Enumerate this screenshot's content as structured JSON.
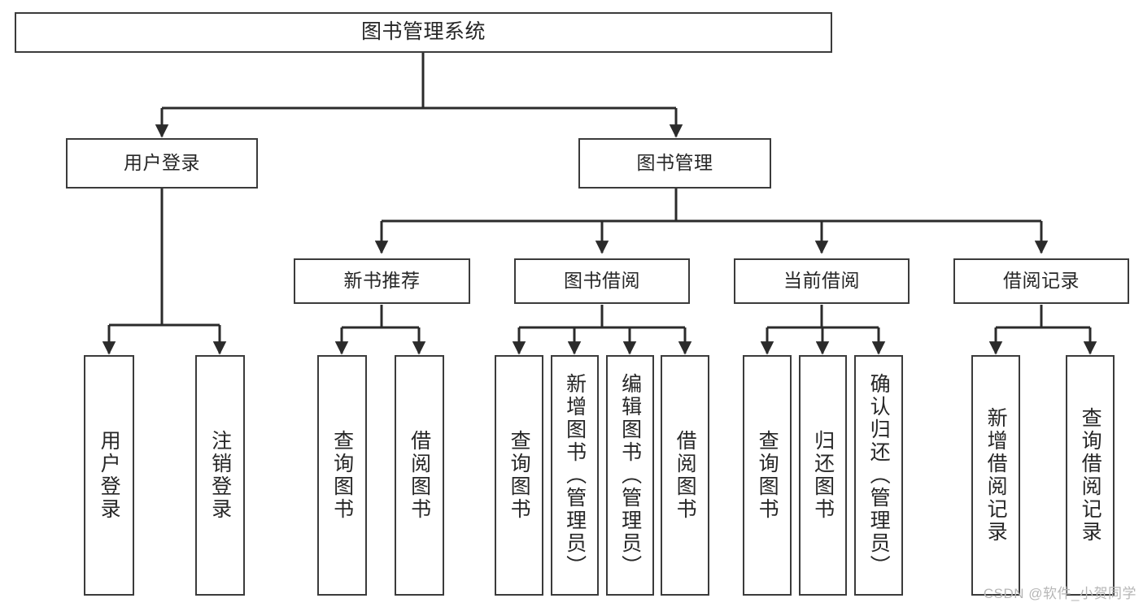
{
  "diagram": {
    "title": "图书管理系统",
    "type": "tree",
    "colors": {
      "box_border": "#3b3b3b",
      "box_fill": "#ffffff",
      "edge": "#2b2b2b",
      "text": "#262626",
      "watermark": "#b6b6b6"
    },
    "watermark": "CSDN @软件_小贺同学",
    "root": {
      "label": "图书管理系统"
    },
    "level1": [
      {
        "label": "用户登录"
      },
      {
        "label": "图书管理"
      }
    ],
    "level2": [
      {
        "label": "新书推荐"
      },
      {
        "label": "图书借阅"
      },
      {
        "label": "当前借阅"
      },
      {
        "label": "借阅记录"
      }
    ],
    "leaves": {
      "user_login": [
        {
          "label": "用户登录"
        },
        {
          "label": "注销登录"
        }
      ],
      "new_book_recommend": [
        {
          "label": "查询图书"
        },
        {
          "label": "借阅图书"
        }
      ],
      "book_borrow": [
        {
          "label": "查询图书"
        },
        {
          "label": "新增图书（管理员）"
        },
        {
          "label": "编辑图书（管理员）"
        },
        {
          "label": "借阅图书"
        }
      ],
      "current_borrow": [
        {
          "label": "查询图书"
        },
        {
          "label": "归还图书"
        },
        {
          "label": "确认归还（管理员）"
        }
      ],
      "borrow_record": [
        {
          "label": "新增借阅记录"
        },
        {
          "label": "查询借阅记录"
        }
      ]
    }
  }
}
